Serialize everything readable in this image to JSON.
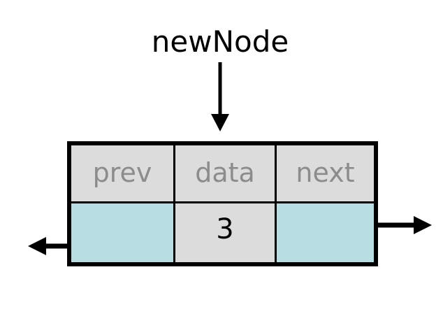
{
  "diagram": {
    "title": "Doubly linked list node (newNode) with value 3",
    "pointer_label": "newNode",
    "colors": {
      "border": "#000000",
      "header_fill": "#dcdcdc",
      "pointer_fill": "#b8dee4",
      "data_fill": "#dcdcdc",
      "header_text": "#8c8c8c",
      "data_text": "#000000",
      "arrow": "#000000",
      "background": "#ffffff"
    },
    "node": {
      "headers": [
        {
          "key": "prev",
          "label": "prev"
        },
        {
          "key": "data",
          "label": "data"
        },
        {
          "key": "next",
          "label": "next"
        }
      ],
      "cells": [
        {
          "key": "prev",
          "value": "",
          "kind": "pointer"
        },
        {
          "key": "data",
          "value": "3",
          "kind": "value"
        },
        {
          "key": "next",
          "value": "",
          "kind": "pointer"
        }
      ]
    },
    "arrows": [
      {
        "name": "newnode-pointer-arrow",
        "direction": "down",
        "from": "newNode label",
        "to": "node box"
      },
      {
        "name": "prev-pointer-arrow",
        "direction": "left",
        "from": "prev cell",
        "to": "previous node"
      },
      {
        "name": "next-pointer-arrow",
        "direction": "right",
        "from": "next cell",
        "to": "next node"
      }
    ]
  }
}
